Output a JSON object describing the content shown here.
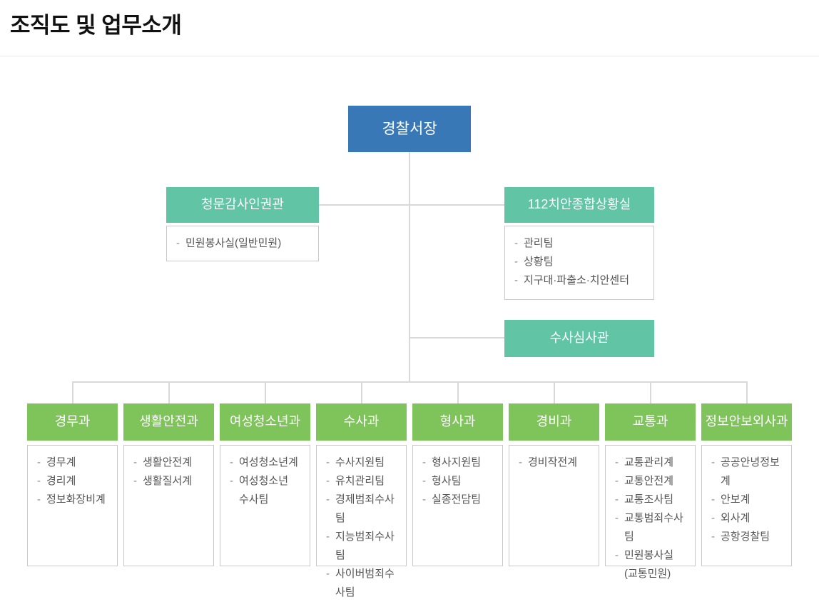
{
  "page": {
    "title": "조직도 및 업무소개"
  },
  "chart": {
    "type": "org-chart",
    "chief": {
      "label": "경찰서장"
    },
    "staff_left": {
      "label": "청문감사인권관",
      "teams": [
        "민원봉사실(일반민원)"
      ]
    },
    "staff_right": {
      "label": "112치안종합상황실",
      "teams": [
        "관리팀",
        "상황팀",
        "지구대·파출소·치안센터"
      ]
    },
    "staff_susa": {
      "label": "수사심사관"
    },
    "departments": [
      {
        "label": "경무과",
        "teams": [
          "경무계",
          "경리계",
          "정보화장비계"
        ]
      },
      {
        "label": "생활안전과",
        "teams": [
          "생활안전계",
          "생활질서계"
        ]
      },
      {
        "label": "여성청소년과",
        "teams": [
          "여성청소년계",
          "여성청소년\n수사팀"
        ]
      },
      {
        "label": "수사과",
        "teams": [
          "수사지원팀",
          "유치관리팀",
          "경제범죄수사팀",
          "지능범죄수사팀",
          "사이버범죄수사팀"
        ]
      },
      {
        "label": "형사과",
        "teams": [
          "형사지원팀",
          "형사팀",
          "실종전담팀"
        ]
      },
      {
        "label": "경비과",
        "teams": [
          "경비작전계"
        ]
      },
      {
        "label": "교통과",
        "teams": [
          "교통관리계",
          "교통안전계",
          "교통조사팀",
          "교통범죄수사팀",
          "민원봉사실\n(교통민원)"
        ]
      },
      {
        "label": "정보안보외사과",
        "teams": [
          "공공안녕정보계",
          "안보계",
          "외사계",
          "공항경찰팀"
        ]
      }
    ],
    "colors": {
      "chief": "#3878b6",
      "staff": "#61c5a5",
      "dept": "#7fc45b",
      "line": "#d9d9d9",
      "box_border": "#c9c9c9",
      "text": "#555555"
    }
  }
}
